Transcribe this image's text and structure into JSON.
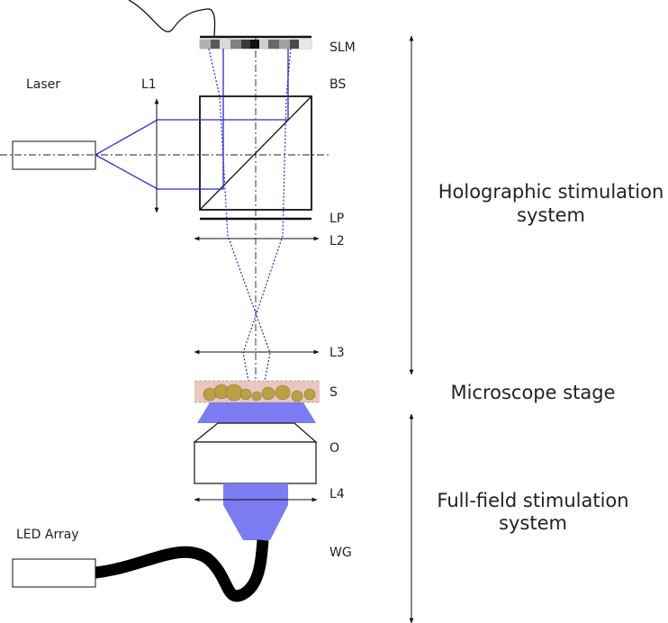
{
  "labels": {
    "laser": "Laser",
    "l1": "L1",
    "slm": "SLM",
    "bs": "BS",
    "lp": "LP",
    "l2": "L2",
    "l3": "L3",
    "s": "S",
    "o": "O",
    "l4": "L4",
    "wg": "WG",
    "led_array": "LED Array"
  },
  "sections": {
    "holographic_line1": "Holographic stimulation",
    "holographic_line2": "system",
    "microscope": "Microscope stage",
    "fullfield_line1": "Full-field stimulation",
    "fullfield_line2": "system"
  },
  "colors": {
    "beam": "#2a2ad0",
    "led_light": "#7b7bf2",
    "sample": "#e9c7bf",
    "cells": "#bba045",
    "outline": "#111111"
  },
  "icons": {
    "double_arrow": "double-headed-arrow-icon",
    "axis": "dash-dot-optical-axis"
  }
}
